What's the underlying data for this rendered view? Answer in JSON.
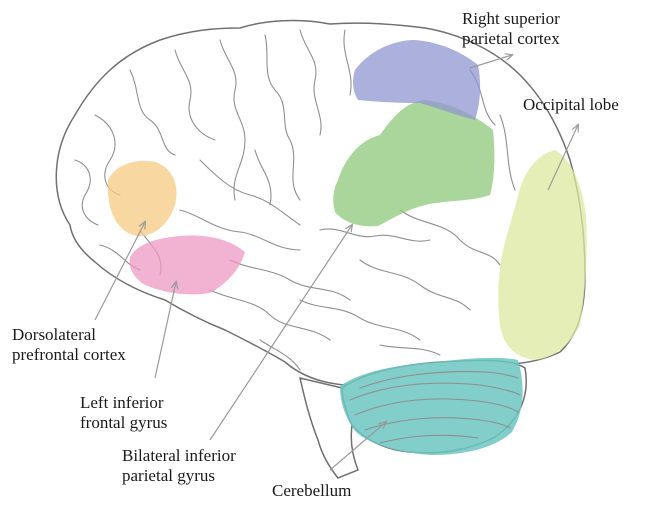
{
  "regions": [
    {
      "id": "dlpfc",
      "color": "#f6c980",
      "labels": [
        "Dorsolateral",
        "prefrontal cortex"
      ]
    },
    {
      "id": "lifg",
      "color": "#ec9ac2",
      "labels": [
        "Left inferior",
        "frontal gyrus"
      ]
    },
    {
      "id": "bipg",
      "color": "#8ec77a",
      "labels": [
        "Bilateral inferior",
        "parietal gyrus"
      ]
    },
    {
      "id": "rspc",
      "color": "#8f95d0",
      "labels": [
        "Right superior",
        "parietal cortex"
      ]
    },
    {
      "id": "occ",
      "color": "#dde8a0",
      "labels": [
        "Occipital lobe"
      ]
    },
    {
      "id": "cb",
      "color": "#6cc6c2",
      "labels": [
        "Cerebellum"
      ]
    }
  ]
}
